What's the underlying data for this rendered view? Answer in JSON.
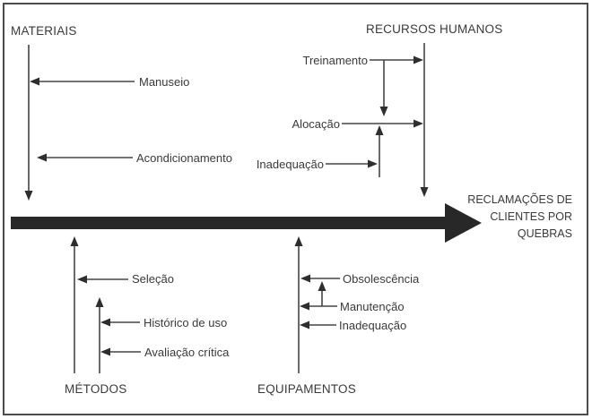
{
  "diagram": {
    "type": "fishbone-ishikawa",
    "effect": {
      "line1": "RECLAMAÇÕES DE",
      "line2": "CLIENTES POR",
      "line3": "QUEBRAS",
      "text": "RECLAMAÇÕES DE CLIENTES POR QUEBRAS"
    },
    "categories": {
      "materiais": {
        "label": "MATERIAIS",
        "position": "top-left",
        "causes": {
          "manuseio": "Manuseio",
          "acondicionamento": "Acondicionamento"
        }
      },
      "recursos_humanos": {
        "label": "RECURSOS HUMANOS",
        "position": "top-right",
        "causes": {
          "treinamento": "Treinamento",
          "alocacao": "Alocação",
          "inadequacao": "Inadequação"
        }
      },
      "metodos": {
        "label": "MÉTODOS",
        "position": "bottom-left",
        "causes": {
          "selecao": "Seleção",
          "historico_de_uso": "Histórico de uso",
          "avaliacao_critica": "Avaliação crítica"
        }
      },
      "equipamentos": {
        "label": "EQUIPAMENTOS",
        "position": "bottom-right",
        "causes": {
          "obsolescencia": "Obsolescência",
          "manutencao": "Manutenção",
          "inadequacao": "Inadequação"
        }
      }
    },
    "colors": {
      "line": "#454545",
      "arrowhead": "#2e2e2e",
      "main_arrow": "#282828",
      "text": "#3a3a3a",
      "border": "#4c4c4c",
      "background": "#ffffff"
    }
  }
}
